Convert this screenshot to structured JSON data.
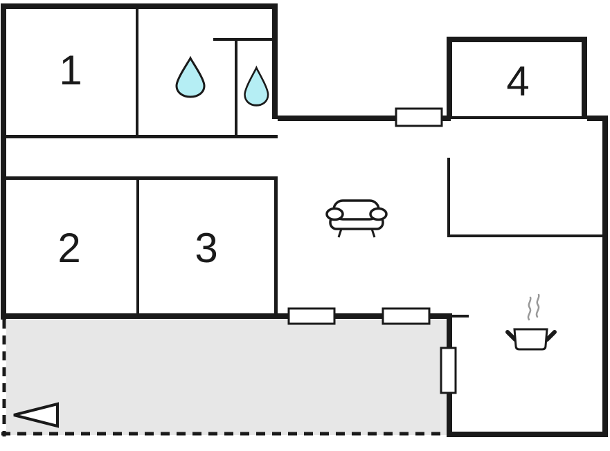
{
  "rooms": [
    {
      "id": "room-1",
      "label": "1"
    },
    {
      "id": "room-2",
      "label": "2"
    },
    {
      "id": "room-3",
      "label": "3"
    },
    {
      "id": "room-4",
      "label": "4"
    }
  ],
  "icons": [
    {
      "name": "water-drop-icon",
      "area": "bathroom"
    },
    {
      "name": "water-drop-icon",
      "area": "wc"
    },
    {
      "name": "sofa-icon",
      "area": "living-area"
    },
    {
      "name": "cooking-pot-icon",
      "area": "kitchen"
    },
    {
      "name": "entrance-arrow-icon",
      "area": "terrace"
    },
    {
      "name": "window-marker",
      "count": 4
    }
  ],
  "colors": {
    "wall": "#1a1a1a",
    "terrace_fill": "#e7e7e7",
    "water_drop_fill": "#b5eef4",
    "steam": "#999999",
    "background": "#ffffff"
  }
}
